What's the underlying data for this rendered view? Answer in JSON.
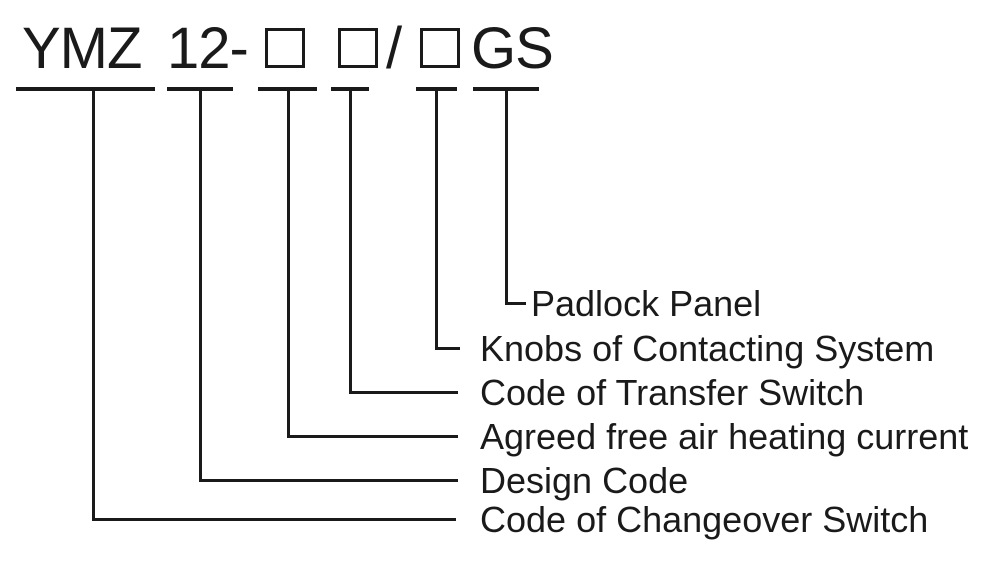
{
  "page": {
    "background": "#ffffff",
    "ink_color": "#1a1a1a"
  },
  "model_code": {
    "series": "YMZ",
    "design": "12-",
    "separator": "/",
    "suffix": "GS",
    "placeholder_box_count": 3
  },
  "labels": [
    {
      "text": "Padlock Panel",
      "annotates": "GS"
    },
    {
      "text": "Knobs of Contacting System",
      "annotates": "box after /"
    },
    {
      "text": "Code of Transfer Switch",
      "annotates": "second box"
    },
    {
      "text": "Agreed free air heating current",
      "annotates": "first box"
    },
    {
      "text": "Design Code",
      "annotates": "12"
    },
    {
      "text": "Code of Changeover Switch",
      "annotates": "YMZ"
    }
  ]
}
